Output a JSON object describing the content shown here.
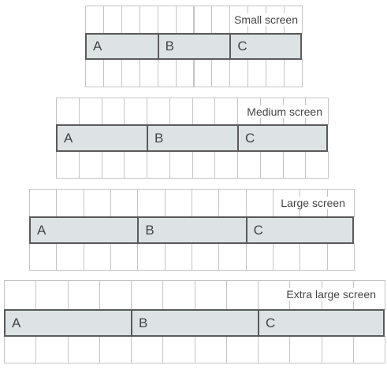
{
  "colors": {
    "grid_border": "#c4c4c4",
    "column_fill": "#dde3e4",
    "column_border": "#5a5a5a",
    "text": "#444444"
  },
  "layouts": [
    {
      "label": "Small screen",
      "grid_columns": 12,
      "columns": [
        "A",
        "B",
        "C"
      ]
    },
    {
      "label": "Medium screen",
      "grid_columns": 12,
      "columns": [
        "A",
        "B",
        "C"
      ]
    },
    {
      "label": "Large screen",
      "grid_columns": 12,
      "columns": [
        "A",
        "B",
        "C"
      ]
    },
    {
      "label": "Extra large screen",
      "grid_columns": 12,
      "columns": [
        "A",
        "B",
        "C"
      ]
    }
  ]
}
